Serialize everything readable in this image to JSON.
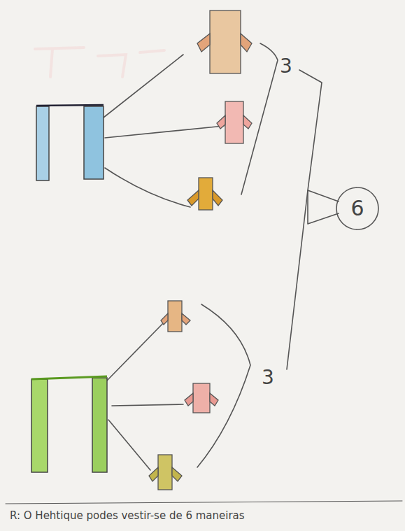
{
  "diagram": {
    "nodes": [
      {
        "text": [
          "6"
        ]
      }
    ],
    "labels": [
      "3",
      "3",
      "R: O Hehtique podes vestir-se de 6 maneiras"
    ]
  }
}
